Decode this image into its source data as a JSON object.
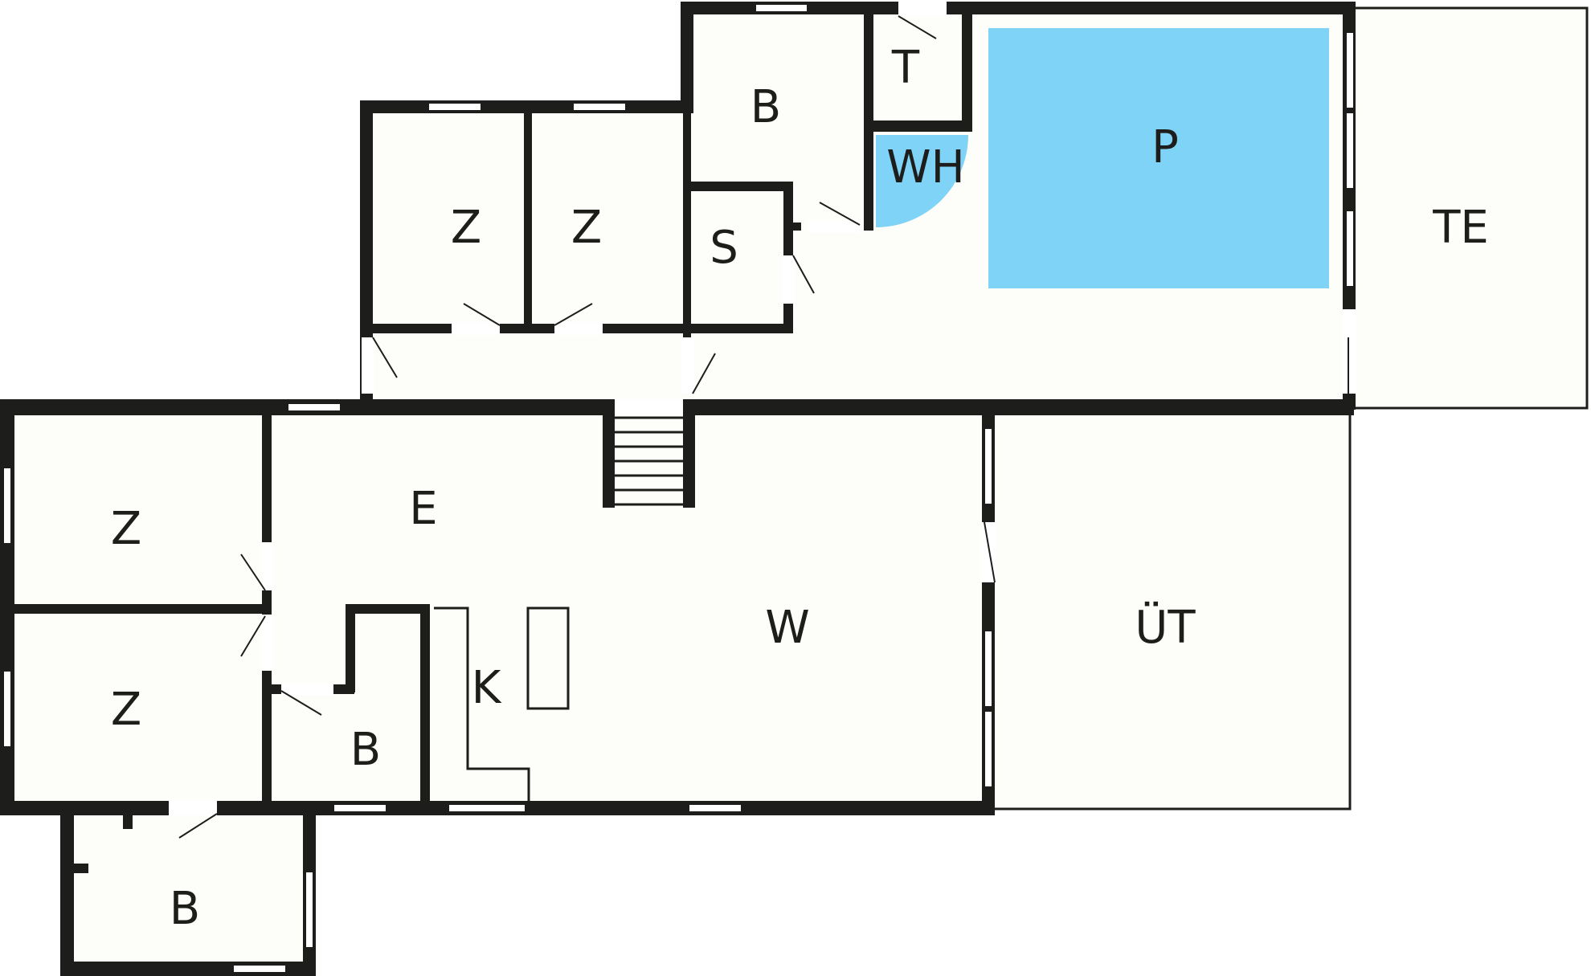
{
  "colors": {
    "wall": "#1d1d1b",
    "floor": "#fdfdf9",
    "pool": "#7fd3f7",
    "whirlpool": "#7fd3f7"
  },
  "rooms": {
    "z_top_left": "Z",
    "z_top_right": "Z",
    "b_top": "B",
    "t_top": "T",
    "s_top": "S",
    "wh": "WH",
    "p": "P",
    "te": "TE",
    "z_left_upper": "Z",
    "z_left_lower": "Z",
    "e": "E",
    "w": "W",
    "k": "K",
    "b_middle": "B",
    "b_bottom": "B",
    "ut": "ÜT"
  }
}
